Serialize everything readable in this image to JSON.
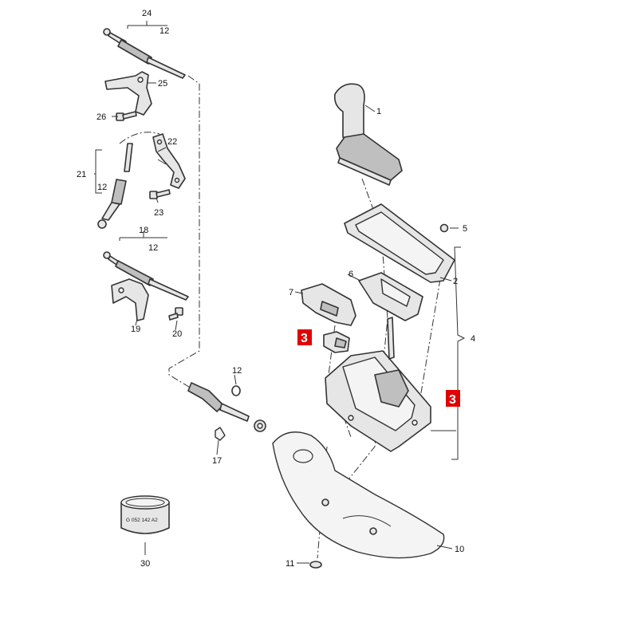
{
  "part_numbers": {
    "p1": "1",
    "p2": "2",
    "p3": "3",
    "p4": "4",
    "p5": "5",
    "p6": "6",
    "p7": "7",
    "p10": "10",
    "p11": "11",
    "p12a": "12",
    "p12b": "12",
    "p12c": "12",
    "p12d": "12",
    "p17": "17",
    "p18": "18",
    "p19": "19",
    "p20": "20",
    "p21": "21",
    "p22": "22",
    "p23": "23",
    "p24": "24",
    "p25": "25",
    "p26": "26",
    "p30": "30"
  },
  "callouts": {
    "upper": "3",
    "right": "3"
  },
  "container_label": "G 052 142 A2",
  "colors": {
    "callout": "#e10000",
    "line": "#333333",
    "part_fill": "#e6e6e6"
  }
}
